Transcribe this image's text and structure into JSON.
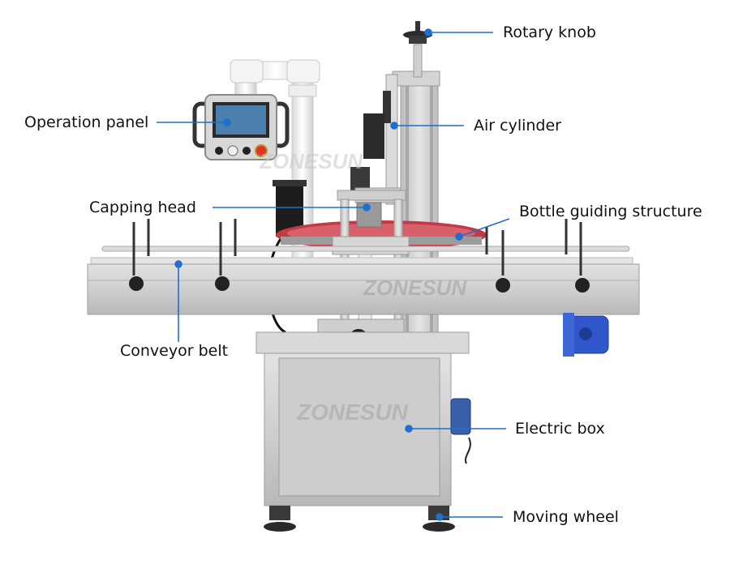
{
  "watermark": "ZONESUN",
  "callouts": {
    "rotary_knob": "Rotary knob",
    "operation_panel": "Operation panel",
    "air_cylinder": "Air cylinder",
    "capping_head": "Capping head",
    "bottle_guiding_structure": "Bottle guiding structure",
    "conveyor_belt": "Conveyor belt",
    "electric_box": "Electric box",
    "moving_wheel": "Moving wheel"
  },
  "colors": {
    "callout_line": "#1f6fd1",
    "callout_dot": "#1f6fd1",
    "steel": "#c9c9c9",
    "steel_dark": "#9a9a9a",
    "motor_blue": "#2f57c9",
    "turntable_red": "#c23a45"
  }
}
